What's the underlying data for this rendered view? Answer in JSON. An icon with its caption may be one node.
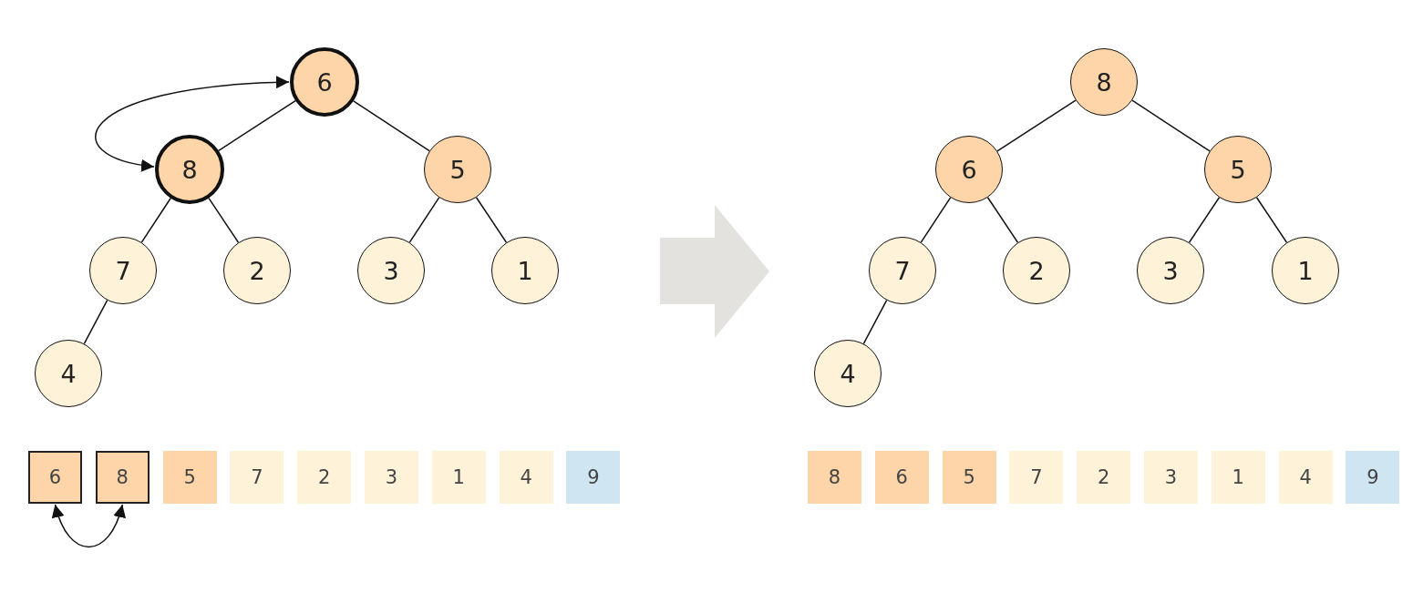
{
  "diagram": {
    "nodes": [
      {
        "text": [
          "6"
        ]
      },
      {
        "text": [
          "8"
        ]
      },
      {
        "text": [
          "5"
        ]
      },
      {
        "text": [
          "7"
        ]
      },
      {
        "text": [
          "2"
        ]
      },
      {
        "text": [
          "3"
        ]
      },
      {
        "text": [
          "1"
        ]
      },
      {
        "text": [
          "4"
        ]
      },
      {
        "text": [
          "6"
        ]
      },
      {
        "text": [
          "8"
        ]
      },
      {
        "text": [
          "5"
        ]
      },
      {
        "text": [
          "7"
        ]
      },
      {
        "text": [
          "2"
        ]
      },
      {
        "text": [
          "3"
        ]
      },
      {
        "text": [
          "1"
        ]
      },
      {
        "text": [
          "4"
        ]
      },
      {
        "text": [
          "9"
        ]
      },
      {
        "text": [],
        "shape": "arrow"
      },
      {
        "text": [
          "8"
        ]
      },
      {
        "text": [
          "6"
        ]
      },
      {
        "text": [
          "5"
        ]
      },
      {
        "text": [
          "7"
        ]
      },
      {
        "text": [
          "2"
        ]
      },
      {
        "text": [
          "3"
        ]
      },
      {
        "text": [
          "1"
        ]
      },
      {
        "text": [
          "4"
        ]
      },
      {
        "text": [
          "8"
        ]
      },
      {
        "text": [
          "6"
        ]
      },
      {
        "text": [
          "5"
        ]
      },
      {
        "text": [
          "7"
        ]
      },
      {
        "text": [
          "2"
        ]
      },
      {
        "text": [
          "3"
        ]
      },
      {
        "text": [
          "1"
        ]
      },
      {
        "text": [
          "4"
        ]
      },
      {
        "text": [
          "9"
        ]
      }
    ],
    "edges": [
      {
        "from": 0,
        "to": 1,
        "arrow": "none"
      },
      {
        "from": 0,
        "to": 2,
        "arrow": "none"
      },
      {
        "from": 1,
        "to": 3,
        "arrow": "none"
      },
      {
        "from": 1,
        "to": 4,
        "arrow": "none"
      },
      {
        "from": 2,
        "to": 5,
        "arrow": "none"
      },
      {
        "from": 2,
        "to": 6,
        "arrow": "none"
      },
      {
        "from": 3,
        "to": 7,
        "arrow": "none"
      },
      {
        "from": 1,
        "to": 0,
        "arrow": "both"
      },
      {
        "from": 8,
        "to": 9,
        "arrow": "both"
      },
      {
        "from": 18,
        "to": 19,
        "arrow": "none"
      },
      {
        "from": 18,
        "to": 20,
        "arrow": "none"
      },
      {
        "from": 19,
        "to": 21,
        "arrow": "none"
      },
      {
        "from": 19,
        "to": 22,
        "arrow": "none"
      },
      {
        "from": 20,
        "to": 23,
        "arrow": "none"
      },
      {
        "from": 20,
        "to": 24,
        "arrow": "none"
      },
      {
        "from": 21,
        "to": 25,
        "arrow": "none"
      }
    ]
  }
}
